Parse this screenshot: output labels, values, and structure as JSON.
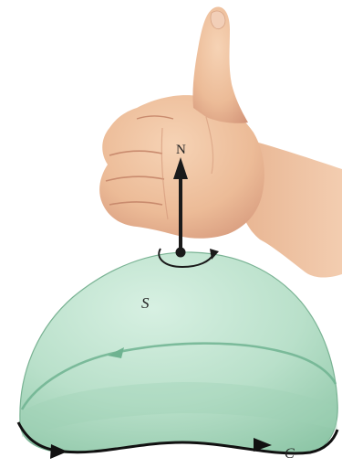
{
  "labels": {
    "normal": "N",
    "surface": "S",
    "curve": "C"
  },
  "colors": {
    "surface_fill": "#bfe3cf",
    "surface_dark": "#8ccaa9",
    "surface_edge": "#5f9f80",
    "inner_curve": "#6fb391",
    "boundary": "#111111",
    "vector": "#1a1a1a",
    "skin": "#f0c4a0",
    "skin_shadow": "#d9997a",
    "skin_dark": "#c27d60"
  },
  "icons": {
    "hand": "thumbs-up-hand-icon",
    "normal_vector": "arrow-up-icon",
    "rotation": "curved-arrow-icon"
  }
}
